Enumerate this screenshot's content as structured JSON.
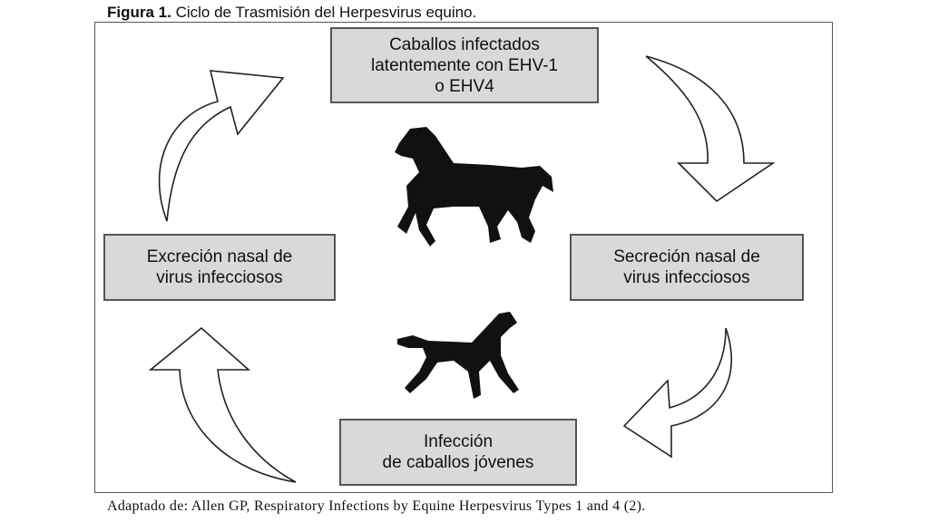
{
  "figure": {
    "label": "Figura 1.",
    "title": " Ciclo de Trasmisión del Herpesvirus equino."
  },
  "nodes": {
    "top": "Caballos infectados\nlatentemente con EHV-1\no EHV4",
    "right": "Secreción nasal de\nvirus infecciosos",
    "bottom": "Infección\nde caballos jóvenes",
    "left": "Excreción nasal de\nvirus infecciosos"
  },
  "source": "Adaptado de: Allen GP, Respiratory Infections by Equine Herpesvirus Types 1 and 4 (2).",
  "icons": [
    "adult-horse-silhouette-icon",
    "foal-silhouette-icon",
    "curved-arrow-icon"
  ],
  "colors": {
    "box_fill": "#d9d9d9",
    "silhouette": "#111111"
  }
}
